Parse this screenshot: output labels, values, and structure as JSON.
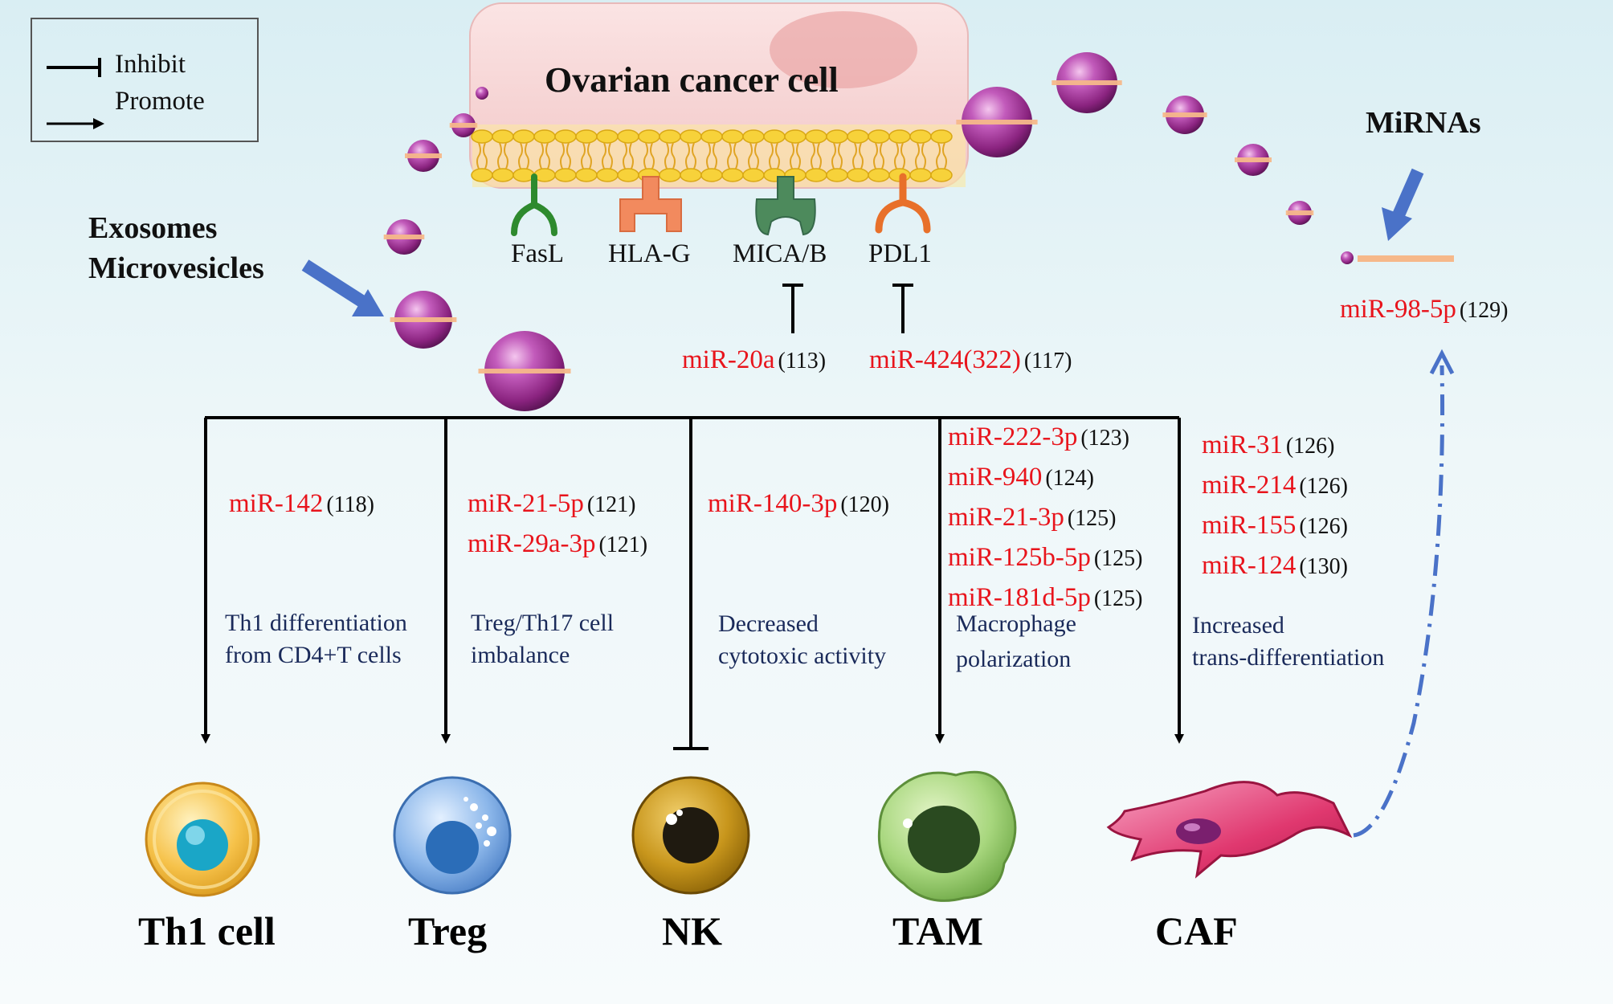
{
  "legend": {
    "inhibit_label": "Inhibit",
    "promote_label": "Promote"
  },
  "header": {
    "cell_title": "Ovarian cancer cell",
    "exosomes_line1": "Exosomes",
    "exosomes_line2": "Microvesicles",
    "mirnas_label": "MiRNAs"
  },
  "receptors": {
    "fasl": "FasL",
    "hlag": "HLA-G",
    "micab": "MICA/B",
    "pdl1": "PDL1"
  },
  "inhibitors": {
    "mir20a": {
      "name": "miR-20a",
      "ref": "(113)"
    },
    "mir424": {
      "name": "miR-424(322)",
      "ref": "(117)"
    },
    "mir98": {
      "name": "miR-98-5p",
      "ref": "(129)"
    }
  },
  "branches": {
    "th1": {
      "mirnas": [
        {
          "name": "miR-142",
          "ref": "(118)"
        }
      ],
      "effect_line1": "Th1 differentiation",
      "effect_line2": "from CD4+T cells",
      "cell_name": "Th1 cell"
    },
    "treg": {
      "mirnas": [
        {
          "name": "miR-21-5p",
          "ref": "(121)"
        },
        {
          "name": "miR-29a-3p",
          "ref": "(121)"
        }
      ],
      "effect_line1": "Treg/Th17 cell",
      "effect_line2": "imbalance",
      "cell_name": "Treg"
    },
    "nk": {
      "mirnas": [
        {
          "name": "miR-140-3p",
          "ref": "(120)"
        }
      ],
      "effect_line1": "Decreased",
      "effect_line2": "cytotoxic activity",
      "cell_name": "NK"
    },
    "tam": {
      "mirnas": [
        {
          "name": "miR-222-3p",
          "ref": "(123)"
        },
        {
          "name": "miR-940",
          "ref": "(124)"
        },
        {
          "name": "miR-21-3p",
          "ref": "(125)"
        },
        {
          "name": "miR-125b-5p",
          "ref": "(125)"
        },
        {
          "name": "miR-181d-5p",
          "ref": "(125)"
        }
      ],
      "effect_line1": "Macrophage",
      "effect_line2": "polarization",
      "cell_name": "TAM"
    },
    "caf": {
      "mirnas": [
        {
          "name": "miR-31",
          "ref": "(126)"
        },
        {
          "name": "miR-214",
          "ref": "(126)"
        },
        {
          "name": "miR-155",
          "ref": "(126)"
        },
        {
          "name": "miR-124",
          "ref": "(130)"
        }
      ],
      "effect_line1": "Increased",
      "effect_line2": "trans-differentiation",
      "cell_name": "CAF"
    }
  },
  "colors": {
    "mirna_red": "#e8141c",
    "effect_navy": "#1a2a5a",
    "arrow_blue": "#4a72c8",
    "vesicle_purple": "#a0329a"
  }
}
